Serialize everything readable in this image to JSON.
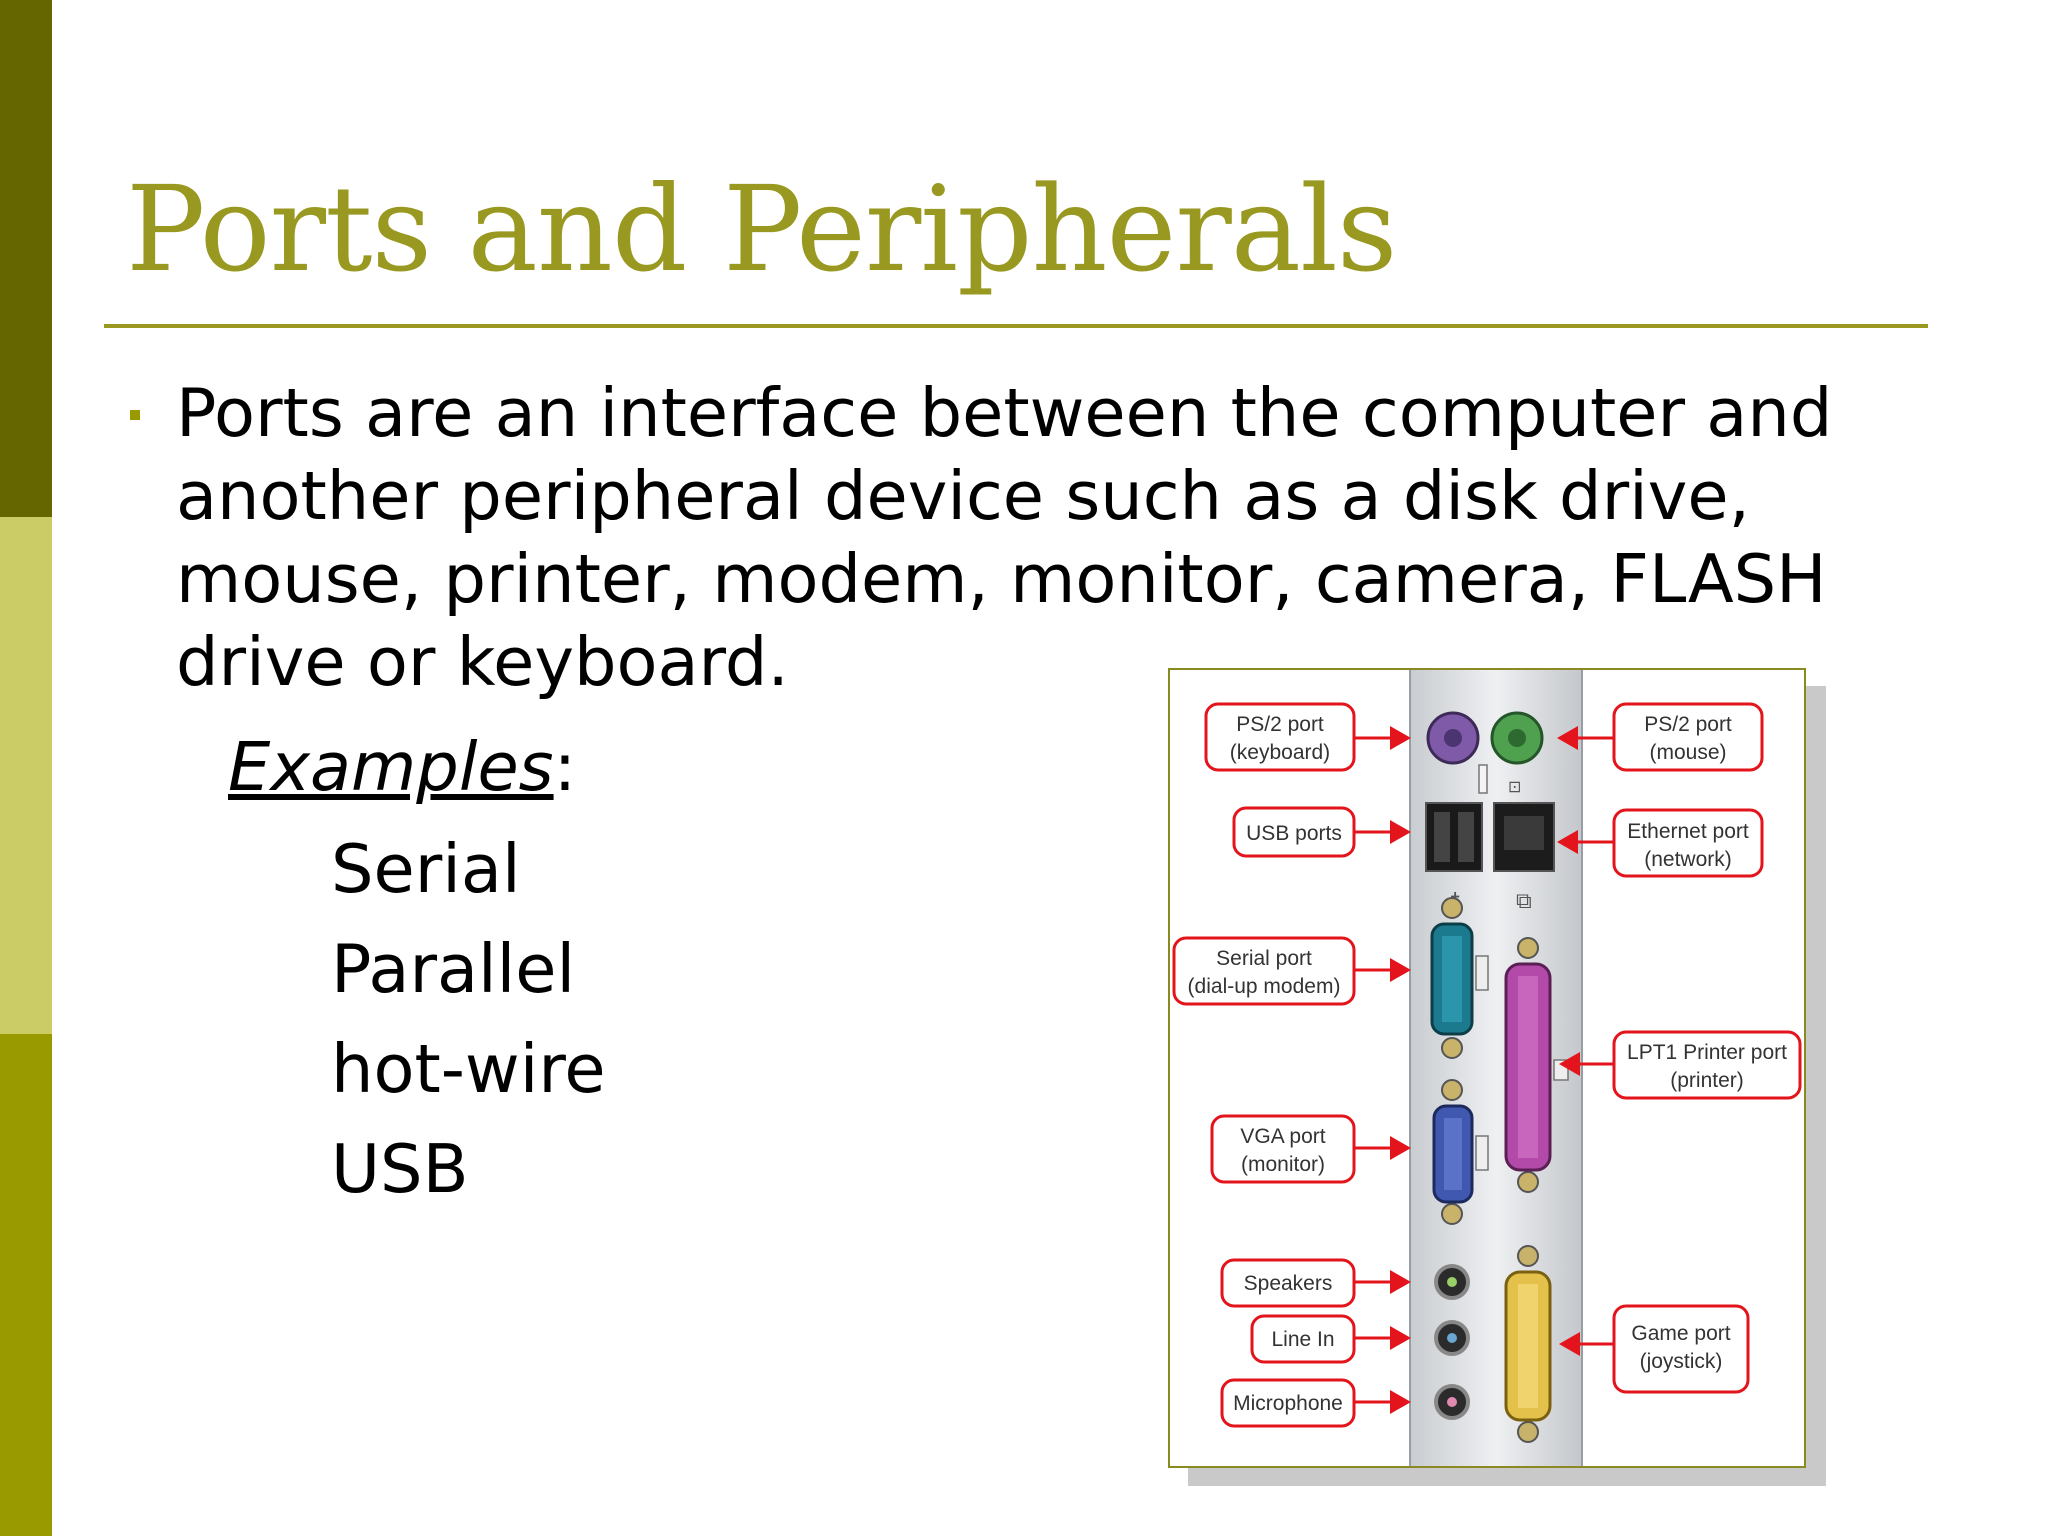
{
  "slide": {
    "title": "Ports and Peripherals",
    "bullet_text": "Ports are an interface between the computer and another peripheral device such as a disk drive, mouse, printer, modem, monitor, camera, FLASH drive or keyboard.",
    "examples_label": "Examples",
    "examples_colon": ":",
    "examples": [
      "Serial",
      "Parallel",
      "hot-wire",
      "USB"
    ]
  },
  "figure": {
    "labels": {
      "ps2_keyboard": [
        "PS/2 port",
        "(keyboard)"
      ],
      "ps2_mouse": [
        "PS/2 port",
        "(mouse)"
      ],
      "usb": [
        "USB ports"
      ],
      "ethernet": [
        "Ethernet port",
        "(network)"
      ],
      "serial": [
        "Serial port",
        "(dial-up modem)"
      ],
      "lpt1": [
        "LPT1 Printer port",
        "(printer)"
      ],
      "vga": [
        "VGA port",
        "(monitor)"
      ],
      "speakers": [
        "Speakers"
      ],
      "line_in": [
        "Line In"
      ],
      "microphone": [
        "Microphone"
      ],
      "game": [
        "Game port",
        "(joystick)"
      ]
    }
  },
  "colors": {
    "sidebar_dark": "#666600",
    "sidebar_light": "#cccc66",
    "sidebar_mid": "#999900",
    "title": "#999922",
    "rule": "#999922",
    "bullet": "#999900",
    "label_red": "#e3141b"
  }
}
